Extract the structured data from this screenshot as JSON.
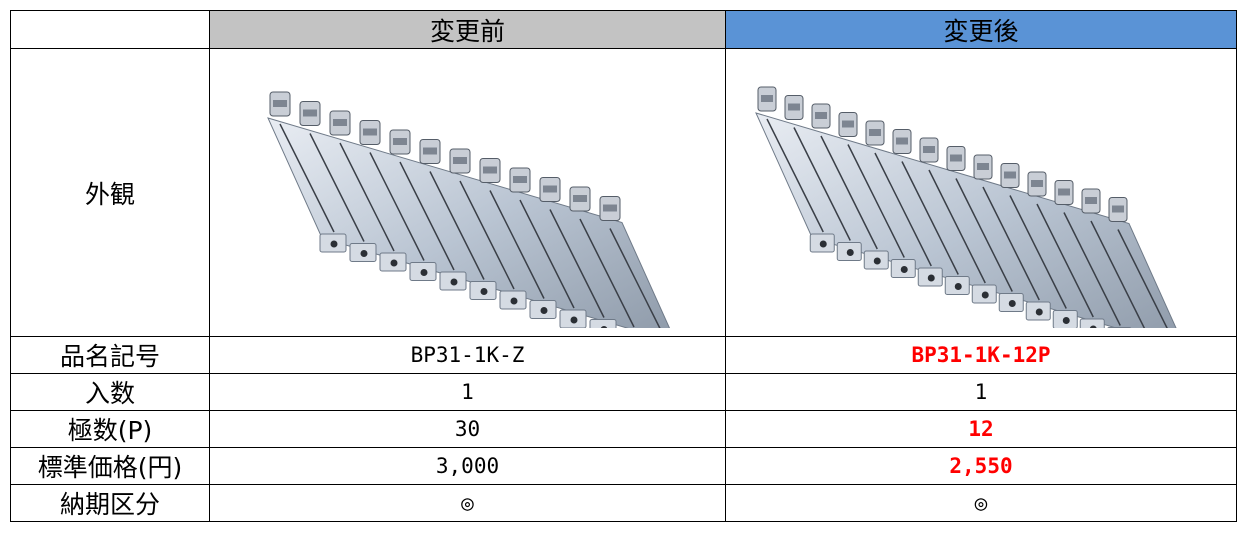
{
  "table": {
    "headers": {
      "corner": "",
      "before": "変更前",
      "after": "変更後"
    },
    "appearance_label": "外観",
    "rows": [
      {
        "label": "品名記号",
        "before": "BP31-1K-Z",
        "after": "BP31-1K-12P",
        "after_changed": true
      },
      {
        "label": "入数",
        "before": "1",
        "after": "1",
        "after_changed": false
      },
      {
        "label": "極数(P)",
        "before": "30",
        "after": "12",
        "after_changed": true
      },
      {
        "label": "標準価格(円)",
        "before": "3,000",
        "after": "2,550",
        "after_changed": true
      },
      {
        "label": "納期区分",
        "before": "◎",
        "after": "◎",
        "after_changed": false
      }
    ]
  },
  "images": {
    "before": {
      "icon": "terminal-clip-strip-icon",
      "clips": 12
    },
    "after": {
      "icon": "terminal-clip-strip-icon",
      "clips": 14
    }
  },
  "colors": {
    "before_header": "#c3c3c3",
    "after_header": "#5a93d6",
    "changed_text": "#ff0000"
  }
}
